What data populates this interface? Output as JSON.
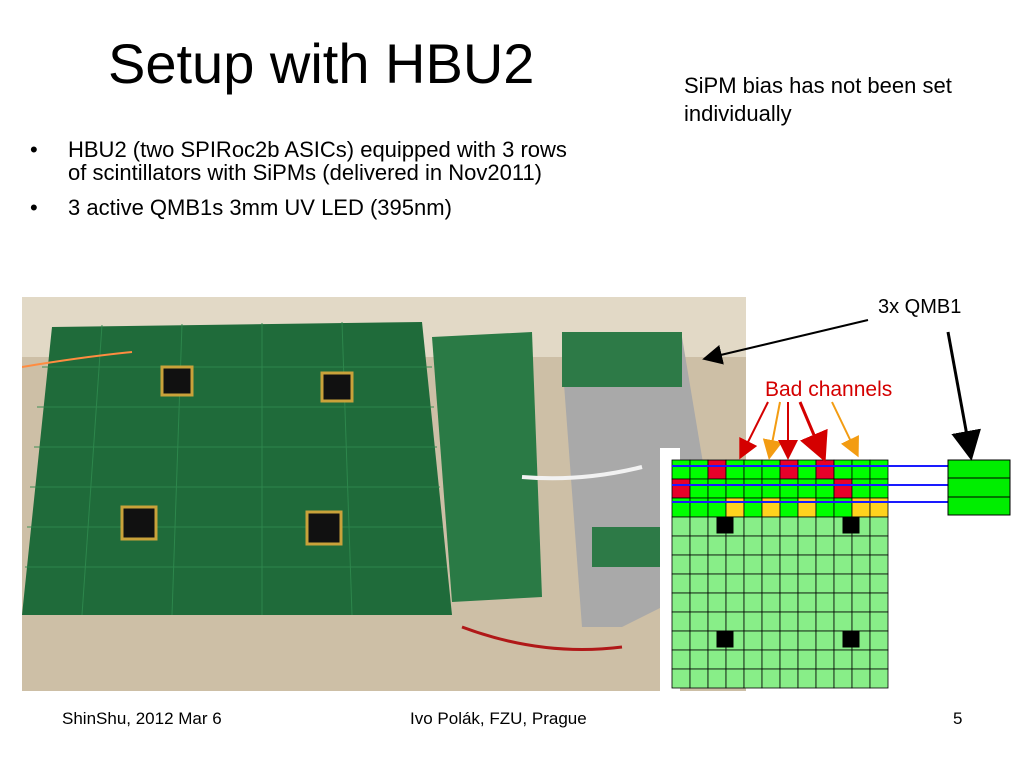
{
  "slide": {
    "title": "Setup with HBU2",
    "note": "SiPM bias has not been set individually",
    "bullets": [
      "HBU2 (two SPIRoc2b ASICs) equipped with 3 rows of scintillators with  SiPMs (delivered in Nov2011)",
      "3 active QMB1s 3mm UV LED (395nm)"
    ],
    "bullet_glyph": "•",
    "photo_description": "photograph of HBU2 electronics boards on a table",
    "annotations": {
      "qmb": "3x QMB1",
      "bad_channels": "Bad channels"
    },
    "grid": {
      "cols": 12,
      "rows": 12,
      "top_rows_color": "#00ff00",
      "bottom_color": "#88ee88",
      "bad_color": "#e8002a",
      "yellow_color": "#ffd21e",
      "black_marks": [
        [
          2,
          3
        ],
        [
          9,
          3
        ],
        [
          2,
          9
        ],
        [
          9,
          9
        ]
      ]
    },
    "colors": {
      "arrow_red": "#d40000",
      "arrow_orange": "#f39c12",
      "led_line": "#1a1aff"
    }
  },
  "footer": {
    "left": "ShinShu, 2012  Mar 6",
    "center": "Ivo Polák, FZU, Prague",
    "page": "5"
  }
}
